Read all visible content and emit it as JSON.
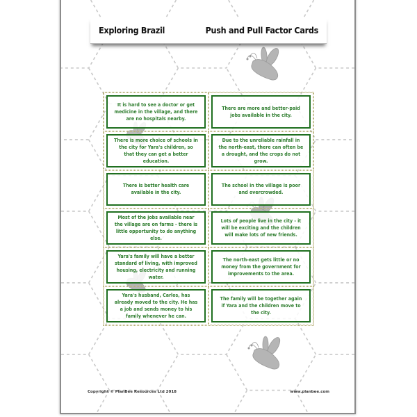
{
  "header": {
    "left_title": "Exploring Brazil",
    "right_title": "Push and Pull Factor Cards"
  },
  "cards": [
    {
      "text": "It is hard to see a doctor or get medicine in the village, and there are no hospitals nearby."
    },
    {
      "text": "There are more and better-paid jobs available in the city."
    },
    {
      "text": "There is more choice of schools in the city for Yara's children, so that they can get a better education."
    },
    {
      "text": "Due to the unreliable rainfall in the north-east, there can often be a drought, and the crops do not grow."
    },
    {
      "text": "There is better health care available in the city."
    },
    {
      "text": "The school in the village is poor and overcrowded."
    },
    {
      "text": "Most of the jobs available near the village are on farms - there is little opportunity to do anything else."
    },
    {
      "text": "Lots of people live in the city - it will be exciting and the children will make lots of new friends."
    },
    {
      "text": "Yara's family will have a better standard of living, with improved housing, electricity and running water."
    },
    {
      "text": "The north-east gets little or no money from the government for improvements to the area."
    },
    {
      "text": "Yara's husband, Carlos, has already moved to the city. He has a job and sends money to his family whenever he can."
    },
    {
      "text": "The family will be together again if Yara and the children move to the city."
    }
  ],
  "footer": {
    "copyright": "Copyright © PlanBee Resources Ltd 2018",
    "website": "www.planbee.com"
  },
  "colors": {
    "card_border": "#1f6f1f",
    "card_text": "#2e7d2e",
    "bee": "#b5b5b5",
    "hex_lines": "#c8c8c8"
  }
}
